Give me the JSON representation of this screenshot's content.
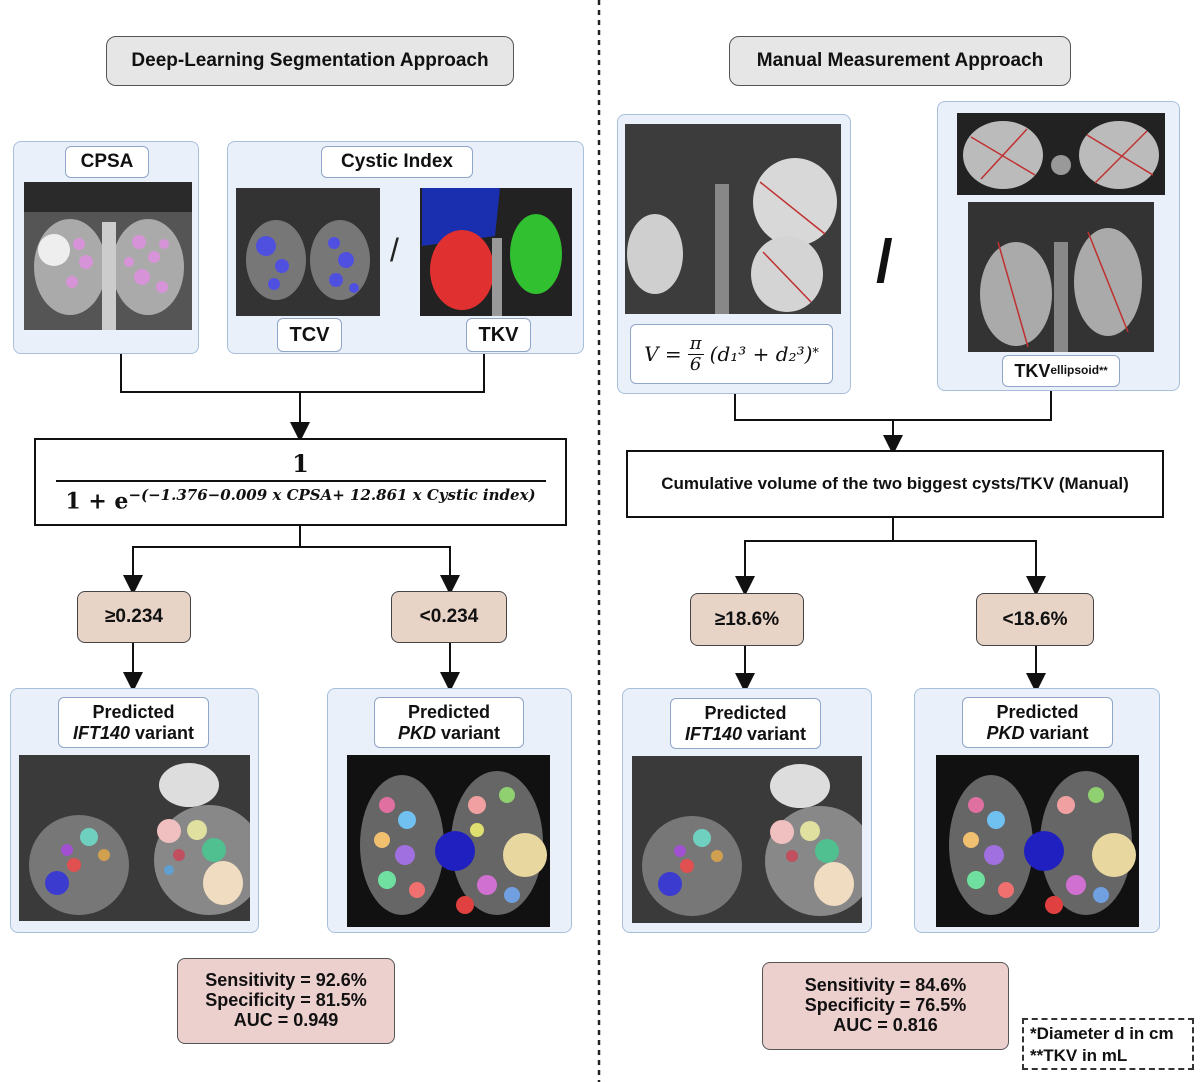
{
  "left": {
    "title": "Deep-Learning Segmentation Approach",
    "cpsa_label": "CPSA",
    "cystic_index_label": "Cystic Index",
    "tcv_label": "TCV",
    "tkv_label": "TKV",
    "divider": "/",
    "formula_numerator": "1",
    "formula_denominator": "1 + e",
    "formula_exponent": "−(−1.376−0.009 x CPSA+ 12.861 x Cystic index)",
    "threshold_high": "≥0.234",
    "threshold_low": "<0.234",
    "pred_left_line1": "Predicted",
    "pred_left_gene": "IFT140",
    "pred_left_suffix": " variant",
    "pred_right_line1": "Predicted",
    "pred_right_gene": "PKD",
    "pred_right_suffix": " variant",
    "sensitivity": "Sensitivity = 92.6%",
    "specificity": "Specificity = 81.5%",
    "auc": "AUC = 0.949"
  },
  "right": {
    "title": "Manual Measurement Approach",
    "divider": "/",
    "volume_formula_lhs": "V =",
    "volume_formula_pi": "π",
    "volume_formula_6": "6",
    "volume_formula_rhs": "(d₁³ + d₂³)",
    "volume_formula_star": "*",
    "tkv_base": "TKV",
    "tkv_sub": "ellipsoid",
    "tkv_star": "**",
    "cumulative_label": "Cumulative volume of the two biggest cysts/TKV (Manual)",
    "threshold_high": "≥18.6%",
    "threshold_low": "<18.6%",
    "pred_left_line1": "Predicted",
    "pred_left_gene": "IFT140",
    "pred_left_suffix": " variant",
    "pred_right_line1": "Predicted",
    "pred_right_gene": "PKD",
    "pred_right_suffix": " variant",
    "sensitivity": "Sensitivity = 84.6%",
    "specificity": "Specificity = 76.5%",
    "auc": "AUC = 0.816"
  },
  "footnotes": {
    "line1": "*Diameter d in cm",
    "line2": "**TKV in mL"
  },
  "colors": {
    "panel_bg": "#e9f0fa",
    "threshold_bg": "#e8d3c7",
    "metrics_bg": "#ecd0ce",
    "title_bg": "#e6e6e6"
  }
}
